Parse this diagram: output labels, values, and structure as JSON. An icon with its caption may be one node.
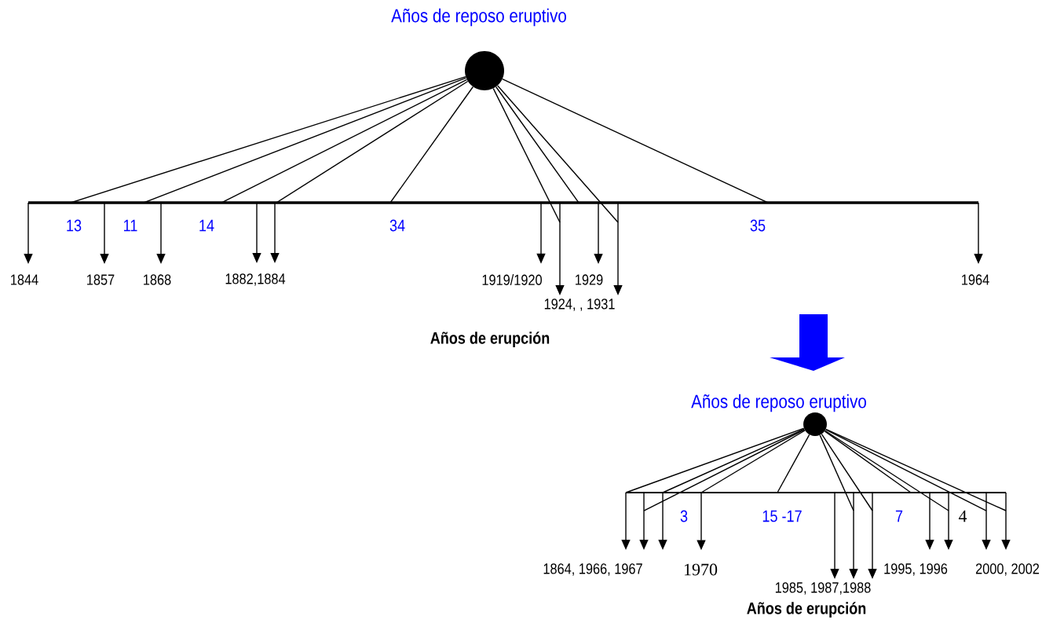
{
  "diagram": {
    "nodes": [
      {
        "text": [],
        "shape": "circle",
        "beside": [
          "Años de reposo eruptivo"
        ]
      },
      {
        "text": [],
        "shape": "bar"
      },
      {
        "text": [
          "1844"
        ]
      },
      {
        "text": [
          "1857"
        ]
      },
      {
        "text": [
          "1868"
        ]
      },
      {
        "text": [
          "1882,1884"
        ]
      },
      {
        "text": [
          "1919/1920"
        ]
      },
      {
        "text": [
          "1929"
        ]
      },
      {
        "text": [
          "1924, , 1931"
        ]
      },
      {
        "text": [
          "1964"
        ]
      },
      {
        "text": [],
        "shape": "circle",
        "beside": [
          "Años de reposo eruptivo"
        ]
      },
      {
        "text": [],
        "shape": "bar"
      },
      {
        "text": [
          "1864, 1966, 1967"
        ]
      },
      {
        "text": [
          "1970"
        ]
      },
      {
        "text": [
          "1985, 1987,1988"
        ]
      },
      {
        "text": [
          "1995, 1996"
        ]
      },
      {
        "text": [
          "2000, 2002"
        ]
      }
    ],
    "edges": [
      {
        "from": 0,
        "to": 1,
        "arrow": "none"
      },
      {
        "from": 0,
        "to": 1,
        "arrow": "none"
      },
      {
        "from": 0,
        "to": 1,
        "arrow": "none"
      },
      {
        "from": 0,
        "to": 1,
        "arrow": "none"
      },
      {
        "from": 0,
        "to": 1,
        "arrow": "none"
      },
      {
        "from": 0,
        "to": 1,
        "arrow": "none"
      },
      {
        "from": 0,
        "to": 1,
        "arrow": "none"
      },
      {
        "from": 0,
        "to": 1,
        "arrow": "none"
      },
      {
        "from": 0,
        "to": 1,
        "arrow": "none"
      },
      {
        "from": 1,
        "to": 2,
        "arrow": "to"
      },
      {
        "from": 1,
        "to": 3,
        "arrow": "to"
      },
      {
        "from": 1,
        "to": 4,
        "arrow": "to"
      },
      {
        "from": 1,
        "to": 5,
        "arrow": "to"
      },
      {
        "from": 1,
        "to": 5,
        "arrow": "to"
      },
      {
        "from": 1,
        "to": 6,
        "arrow": "to"
      },
      {
        "from": 1,
        "to": 8,
        "arrow": "to"
      },
      {
        "from": 1,
        "to": 7,
        "arrow": "to"
      },
      {
        "from": 1,
        "to": 8,
        "arrow": "to"
      },
      {
        "from": 1,
        "to": 9,
        "arrow": "to"
      },
      {
        "from": 10,
        "to": 11,
        "arrow": "none"
      },
      {
        "from": 10,
        "to": 11,
        "arrow": "none"
      },
      {
        "from": 10,
        "to": 11,
        "arrow": "none"
      },
      {
        "from": 10,
        "to": 11,
        "arrow": "none"
      },
      {
        "from": 10,
        "to": 11,
        "arrow": "none"
      },
      {
        "from": 10,
        "to": 11,
        "arrow": "none"
      },
      {
        "from": 10,
        "to": 11,
        "arrow": "none"
      },
      {
        "from": 10,
        "to": 11,
        "arrow": "none"
      },
      {
        "from": 10,
        "to": 11,
        "arrow": "none"
      },
      {
        "from": 10,
        "to": 11,
        "arrow": "none"
      },
      {
        "from": 10,
        "to": 11,
        "arrow": "none"
      },
      {
        "from": 11,
        "to": 12,
        "arrow": "to"
      },
      {
        "from": 11,
        "to": 12,
        "arrow": "to"
      },
      {
        "from": 11,
        "to": 12,
        "arrow": "to"
      },
      {
        "from": 11,
        "to": 13,
        "arrow": "to"
      },
      {
        "from": 11,
        "to": 14,
        "arrow": "to"
      },
      {
        "from": 11,
        "to": 14,
        "arrow": "to"
      },
      {
        "from": 11,
        "to": 14,
        "arrow": "to"
      },
      {
        "from": 11,
        "to": 15,
        "arrow": "to"
      },
      {
        "from": 11,
        "to": 15,
        "arrow": "to"
      },
      {
        "from": 11,
        "to": 16,
        "arrow": "to"
      },
      {
        "from": 11,
        "to": 16,
        "arrow": "to"
      }
    ],
    "labels": [
      "13",
      "11",
      "14",
      "34",
      "35",
      "Años de erupción",
      "3",
      "15 -17",
      "7",
      "4",
      "Años de erupción"
    ]
  }
}
